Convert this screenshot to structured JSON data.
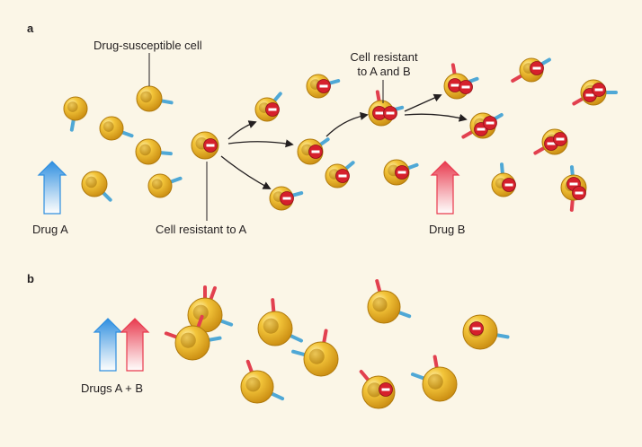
{
  "panels": {
    "a": "a",
    "b": "b"
  },
  "labels": {
    "susceptible": "Drug-susceptible cell",
    "resistant_ab_line1": "Cell resistant",
    "resistant_ab_line2": "to A and B",
    "resistant_a": "Cell resistant to A",
    "drug_a": "Drug A",
    "drug_b": "Drug B",
    "drugs_ab": "Drugs A + B"
  },
  "colors": {
    "background": "#fbf6e7",
    "cell_fill": "#e8b021",
    "cell_outline": "#b07a0c",
    "receptor_a": "#4fa8d6",
    "receptor_b": "#e2404f",
    "resistance_badge": "#d6202c",
    "arrow_a": "#3d9be0",
    "arrow_b": "#e8485a"
  },
  "icons": {
    "cell": "bacterium-cell-icon",
    "resistance": "no-entry-badge-icon",
    "drug": "up-arrow-icon"
  }
}
